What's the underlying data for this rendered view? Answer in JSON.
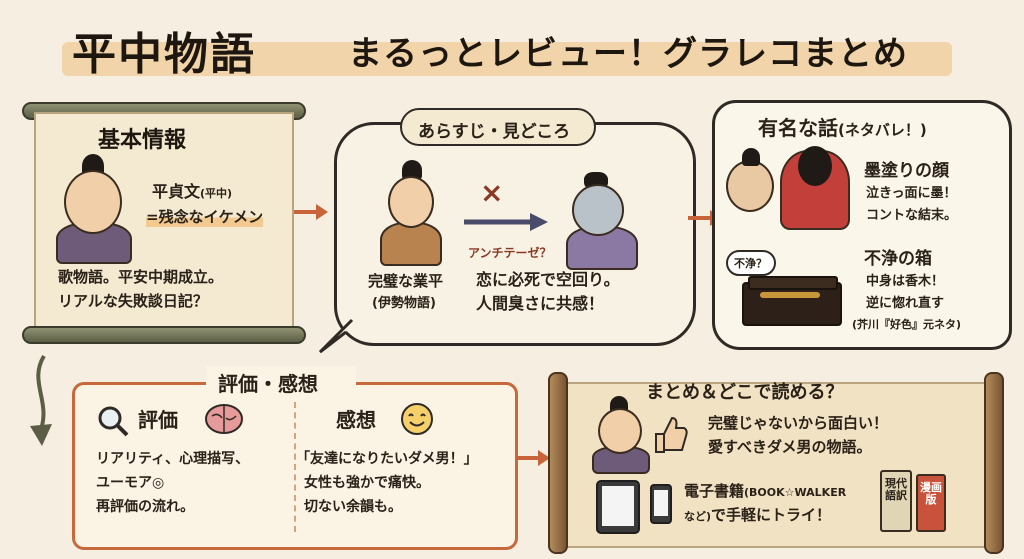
{
  "title": {
    "main": "平中物語",
    "sub": "まるっとレビュー！グラレコまとめ"
  },
  "basic_info": {
    "heading": "基本情報",
    "character_name": "平貞文",
    "character_alias": "(平中)",
    "character_desc": "=残念なイケメン",
    "desc_line1": "歌物語。平安中期成立。",
    "desc_line2": "リアルな失敗談日記？"
  },
  "synopsis": {
    "heading": "あらすじ・見どころ",
    "left_label": "完璧な業平",
    "left_source": "(伊勢物語)",
    "antithesis": "アンチテーゼ？",
    "right_line1": "恋に必死で空回り。",
    "right_line2": "人間臭さに共感！",
    "cross": "×"
  },
  "famous": {
    "heading": "有名な話",
    "heading_note": "(ネタバレ！)",
    "story1_title": "墨塗りの顔",
    "story1_line1": "泣きっ面に墨！",
    "story1_line2": "コントな結末。",
    "box_bubble": "不浄？",
    "story2_title": "不浄の箱",
    "story2_line1": "中身は香木！",
    "story2_line2": "逆に惚れ直す",
    "story2_note": "(芥川『好色』元ネタ)"
  },
  "review": {
    "heading": "評価・感想",
    "eval_title": "評価",
    "eval_line1": "リアリティ、心理描写、",
    "eval_line2": "ユーモア◎",
    "eval_line3": "再評価の流れ。",
    "impression_title": "感想",
    "imp_line1": "「友達になりたいダメ男！」",
    "imp_line2": "女性も強かで痛快。",
    "imp_line3": "切ない余韻も。"
  },
  "summary": {
    "heading": "まとめ＆どこで読める？",
    "line1": "完璧じゃないから面白い！",
    "line2": "愛すべきダメ男の物語。",
    "ebook_label": "電子書籍",
    "ebook_note": "(BOOK☆WALKER",
    "ebook_line2_note": "など)",
    "ebook_line2": "で手軽にトライ！",
    "book1": "現代語訳",
    "book2": "漫画版"
  },
  "colors": {
    "background": "#f6efe1",
    "accent_orange": "#c66a3c",
    "arrow": "#c9633a",
    "scroll_rod": "#6b6e52"
  }
}
